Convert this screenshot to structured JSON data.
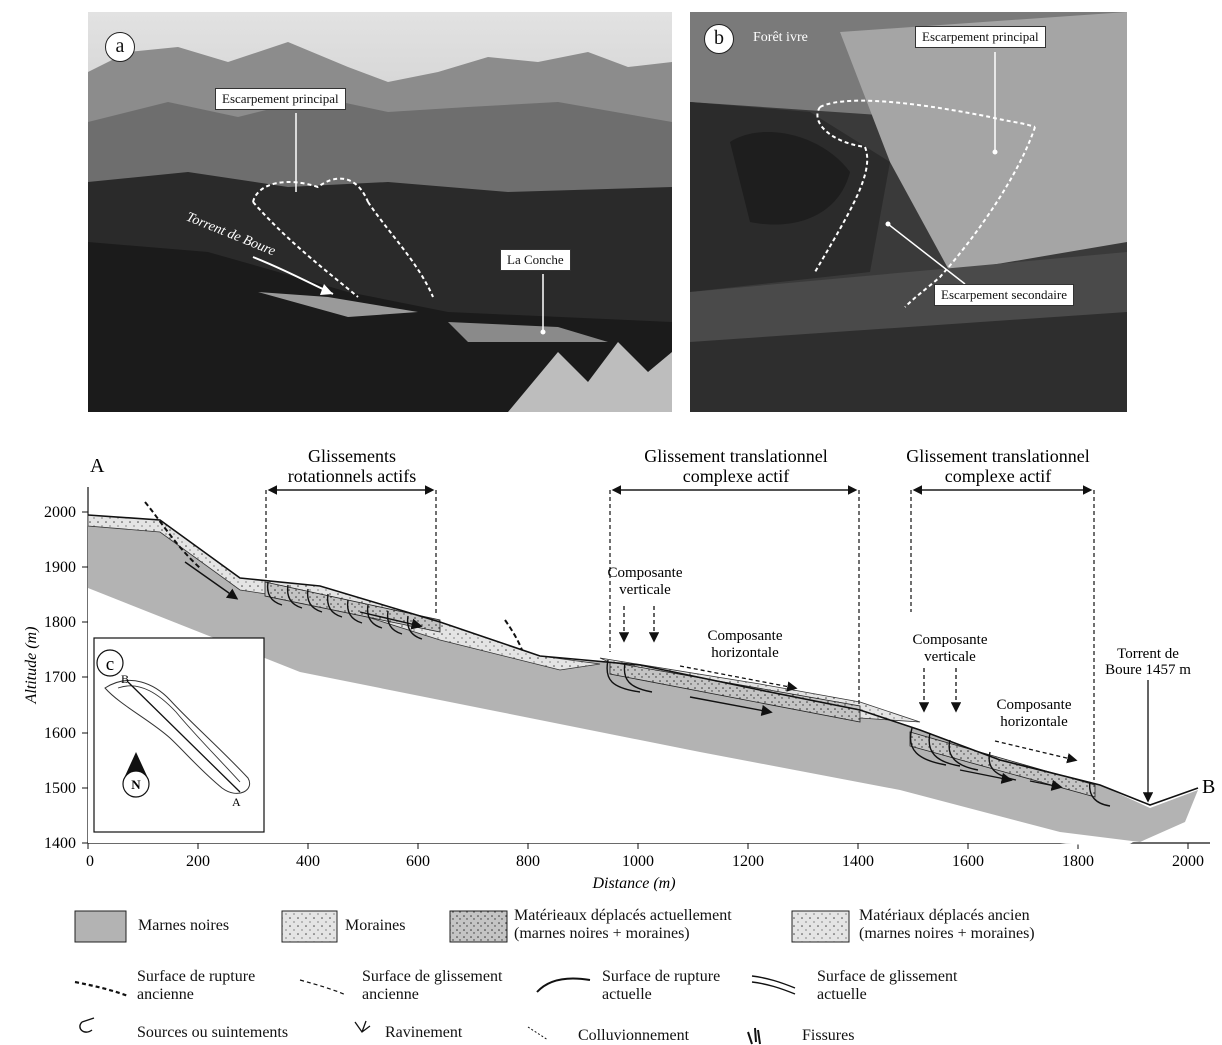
{
  "photo_a": {
    "badge": "a",
    "escarpement_principal": "Escarpement principal",
    "torrent": "Torrent de Boure",
    "la_conche": "La Conche"
  },
  "photo_b": {
    "badge": "b",
    "foret_ivre": "Forêt ivre",
    "escarpement_principal": "Escarpement principal",
    "escarpement_secondaire": "Escarpement secondaire"
  },
  "section": {
    "badge": "c",
    "point_a": "A",
    "point_b": "B",
    "y_label": "Altitude (m)",
    "x_label": "Distance (m)",
    "y_ticks": [
      "2000",
      "1900",
      "1800",
      "1700",
      "1600",
      "1500",
      "1400"
    ],
    "x_ticks": [
      "0",
      "200",
      "400",
      "600",
      "800",
      "1000",
      "1200",
      "1400",
      "1600",
      "1800",
      "2000"
    ],
    "zone1_line1": "Glissements",
    "zone1_line2": "rotationnels actifs",
    "zone2_line1": "Glissement translationnel",
    "zone2_line2": "complexe actif",
    "zone3_line1": "Glissement translationnel",
    "zone3_line2": "complexe actif",
    "comp_vert_1_l1": "Composante",
    "comp_vert_1_l2": "verticale",
    "comp_horiz_1_l1": "Composante",
    "comp_horiz_1_l2": "horizontale",
    "comp_vert_2_l1": "Composante",
    "comp_vert_2_l2": "verticale",
    "comp_horiz_2_l1": "Composante",
    "comp_horiz_2_l2": "horizontale",
    "torrent_l1": "Torrent de",
    "torrent_l2": "Boure 1457 m",
    "inset_b": "B",
    "inset_a": "A",
    "north": "N"
  },
  "legend": {
    "marnes": "Marnes noires",
    "moraines": "Moraines",
    "mat_actuel_l1": "Matérieaux déplacés actuellement",
    "mat_actuel_l2": "(marnes noires + moraines)",
    "mat_ancien_l1": "Matériaux déplacés ancien",
    "mat_ancien_l2": "(marnes noires + moraines)",
    "rupture_anc_l1": "Surface de rupture",
    "rupture_anc_l2": "ancienne",
    "gliss_anc_l1": "Surface de glissement",
    "gliss_anc_l2": "ancienne",
    "rupture_act_l1": "Surface de rupture",
    "rupture_act_l2": "actuelle",
    "gliss_act_l1": "Surface de glissement",
    "gliss_act_l2": "actuelle",
    "sources": "Sources  ou suintements",
    "ravinement": "Ravinement",
    "colluvionnement": "Colluvionnement",
    "fissures": "Fissures"
  },
  "colors": {
    "marnes": "#b3b3b3",
    "moraines": "#f2f2f2",
    "actuel": "#c8c8c8",
    "ancien": "#dedede"
  }
}
